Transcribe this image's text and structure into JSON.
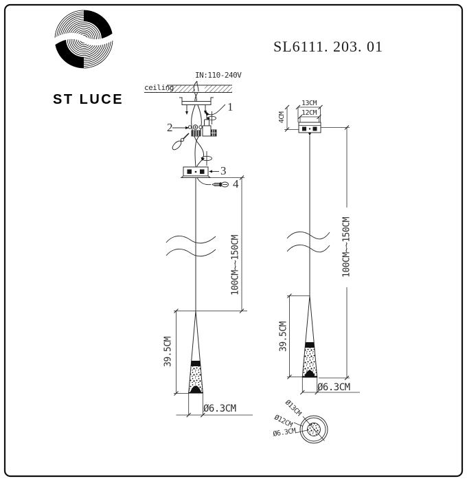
{
  "brand": {
    "name": "ST LUCE"
  },
  "model_number": "SL6111. 203. 01",
  "left_view": {
    "input_voltage": "IN:110-240V",
    "ceiling_label": "ceiling",
    "part_labels": {
      "p1": "1",
      "p2": "2",
      "p3": "3",
      "p4": "4"
    },
    "dim_drop": "100CM~~150CM",
    "dim_shade_height": "39.5CM",
    "dim_shade_diameter": "Ø6.3CM"
  },
  "right_view": {
    "dim_canopy_width": "13CM",
    "dim_canopy_inner_width": "12CM",
    "dim_canopy_height": "4CM",
    "dim_drop": "100CM~~150CM",
    "dim_shade_height": "39.5CM",
    "dim_shade_diameter": "Ø6.3CM"
  },
  "bottom_view": {
    "dim_outer_diameter": "Ø13CM",
    "dim_middle_diameter": "Ø12CM",
    "dim_inner_diameter": "Ø6.3CM"
  }
}
